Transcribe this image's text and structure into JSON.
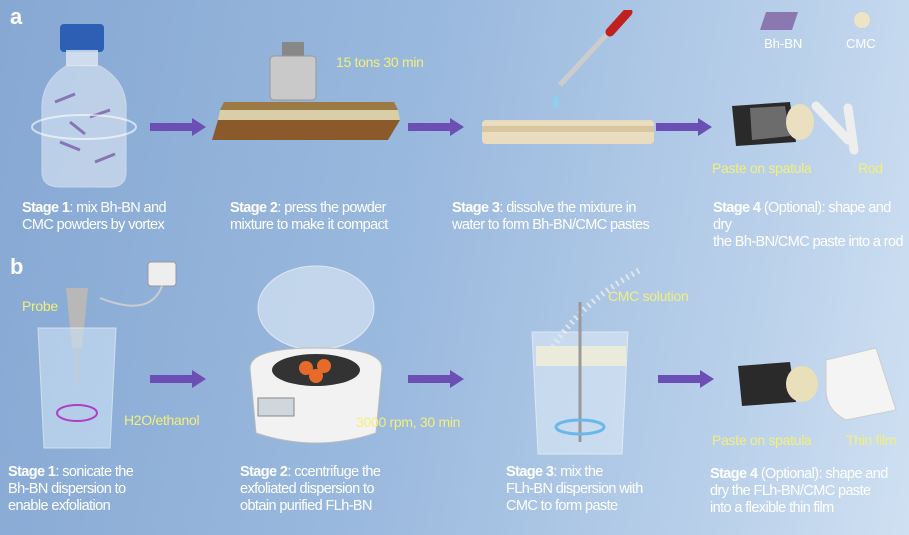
{
  "panels": {
    "a": {
      "label": "a",
      "legend": [
        {
          "name": "Bh-BN"
        },
        {
          "name": "CMC"
        }
      ],
      "annotations": {
        "press": "15 tons 30 min",
        "spatula": "Paste on spatula",
        "rod": "Rod"
      },
      "stages": [
        {
          "title": "Stage 1",
          "text_l1": ": mix Bh-BN and",
          "text_l2": "CMC powders by vortex"
        },
        {
          "title": "Stage 2",
          "text_l1": ": press the powder",
          "text_l2": "mixture to make it compact"
        },
        {
          "title": "Stage 3",
          "text_l1": ": dissolve the mixture in",
          "text_l2": "water to form Bh-BN/CMC pastes"
        },
        {
          "title": "Stage 4",
          "text_l1": " (Optional): shape and dry",
          "text_l2": "the Bh-BN/CMC paste into a rod"
        }
      ]
    },
    "b": {
      "label": "b",
      "annotations": {
        "probe": "Probe",
        "solvent": "H2O/ethanol",
        "centrifuge": "3000 rpm, 30 min",
        "cmc": "CMC solution",
        "spatula": "Paste on spatula",
        "film": "Thin film"
      },
      "stages": [
        {
          "title": "Stage 1",
          "text_l1": ": sonicate the",
          "text_l2": "Bh-BN dispersion to",
          "text_l3": "enable exfoliation"
        },
        {
          "title": "Stage 2",
          "text_l1": ": ccentrifuge the",
          "text_l2": "exfoliated dispersion to",
          "text_l3": "obtain purified FLh-BN"
        },
        {
          "title": "Stage 3",
          "text_l1": ": mix the",
          "text_l2": "FLh-BN dispersion with",
          "text_l3": "CMC to form paste"
        },
        {
          "title": "Stage 4",
          "text_l1": " (Optional): shape and",
          "text_l2": "dry the FLh-BN/CMC paste",
          "text_l3": "into a flexible thin film"
        }
      ]
    }
  },
  "colors": {
    "arrow": "#6b4fb5",
    "annotation": "#f3ef7c"
  }
}
